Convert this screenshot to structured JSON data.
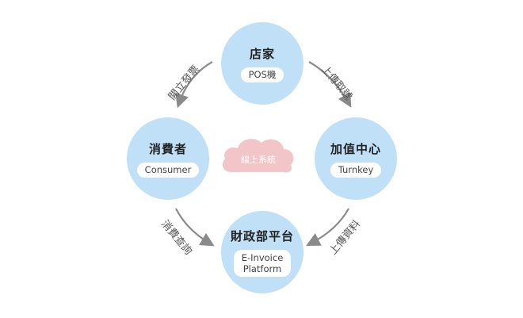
{
  "nodes": {
    "store": {
      "title": "店家",
      "tag": "POS機"
    },
    "consumer": {
      "title": "消費者",
      "tag": "Consumer"
    },
    "turnkey": {
      "title": "加值中心",
      "tag": "Turnkey"
    },
    "platform": {
      "title": "財政部平台",
      "tag_line1": "E-Invoice",
      "tag_line2": "Platform"
    }
  },
  "center": {
    "label": "線上系統"
  },
  "edges": {
    "store_to_consumer": "開立發票",
    "store_to_turnkey": "上傳取號",
    "consumer_to_platform": "消費查詢",
    "turnkey_to_platform": "上傳資料"
  },
  "colors": {
    "node_fill": "#bfe0f7",
    "cloud_fill": "#f2c6c9",
    "arrow": "#8a8a8a",
    "pill_fill": "#ffffff"
  }
}
